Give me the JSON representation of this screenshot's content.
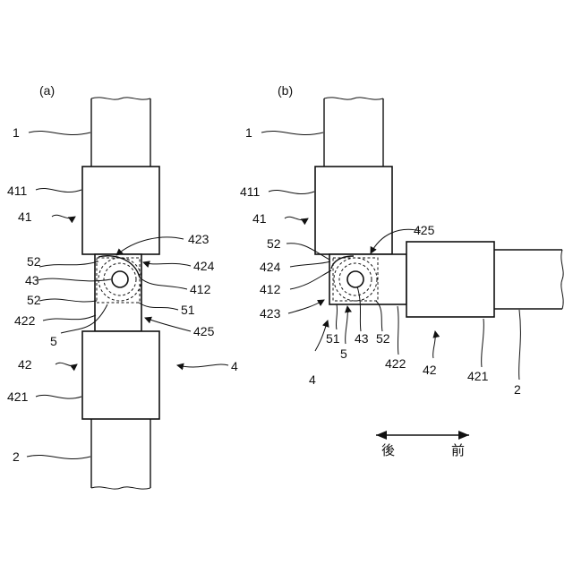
{
  "panels": {
    "a": {
      "caption": "(a)",
      "labels": {
        "l1": "1",
        "l411": "411",
        "l41": "41",
        "l52a": "52",
        "l43": "43",
        "l52b": "52",
        "l422": "422",
        "l5": "5",
        "l42": "42",
        "l421": "421",
        "l2": "2",
        "l423": "423",
        "l424": "424",
        "l412": "412",
        "l51": "51",
        "l425": "425",
        "l4": "4"
      }
    },
    "b": {
      "caption": "(b)",
      "labels": {
        "l1": "1",
        "l411": "411",
        "l41": "41",
        "l52a": "52",
        "l424": "424",
        "l412": "412",
        "l423": "423",
        "l4": "4",
        "l51": "51",
        "l5": "5",
        "l43": "43",
        "l52b": "52",
        "l425": "425",
        "l422": "422",
        "l42": "42",
        "l421": "421",
        "l2": "2"
      }
    }
  },
  "direction": {
    "back": "後",
    "front": "前"
  }
}
